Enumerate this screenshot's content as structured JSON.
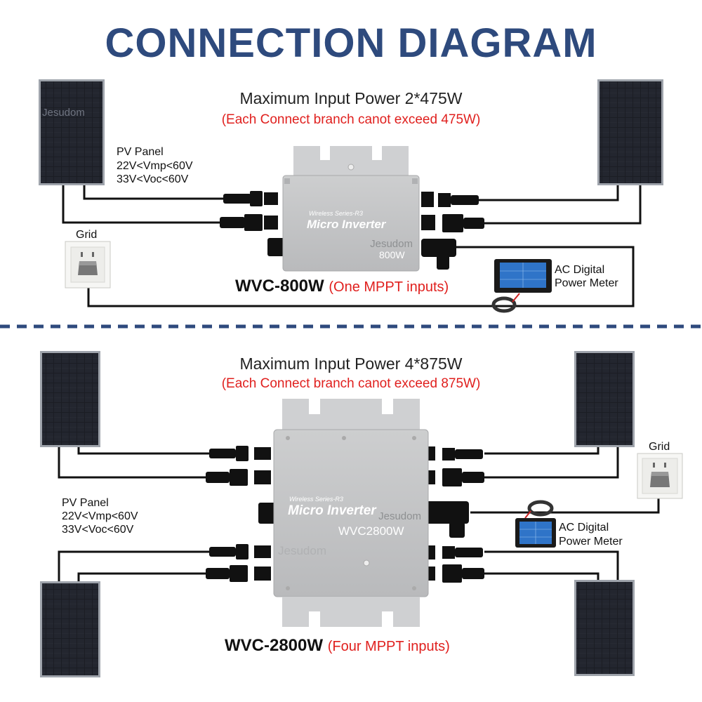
{
  "title": "CONNECTION DIAGRAM",
  "top": {
    "max_power": "Maximum Input Power 2*475W",
    "branch_note": "(Each Connect branch canot exceed 475W)",
    "pv_panel": {
      "label": "PV Panel",
      "vmp": "22V<Vmp<60V",
      "voc": "33V<Voc<60V"
    },
    "grid": "Grid",
    "inverter": {
      "series": "Wireless Series-R3",
      "name": "Micro Inverter",
      "rating": "800W",
      "watermark": "Jesudom"
    },
    "meter": {
      "line1": "AC Digital",
      "line2": "Power Meter"
    },
    "model": "WVC-800W",
    "model_note": "(One MPPT inputs)",
    "panel_watermark": "Jesudom"
  },
  "bottom": {
    "max_power": "Maximum Input Power 4*875W",
    "branch_note": "(Each Connect branch canot exceed 875W)",
    "pv_panel": {
      "label": "PV Panel",
      "vmp": "22V<Vmp<60V",
      "voc": "33V<Voc<60V"
    },
    "grid": "Grid",
    "inverter": {
      "series": "Wireless Series-R3",
      "name": "Micro Inverter",
      "rating": "WVC2800W",
      "watermark1": "Jesudom",
      "watermark2": "Jesudom"
    },
    "meter": {
      "line1": "AC Digital",
      "line2": "Power Meter"
    },
    "model": "WVC-2800W",
    "model_note": "(Four MPPT inputs)"
  },
  "colors": {
    "title": "#2e4a7d",
    "note_red": "#e0201e",
    "divider": "#2e4a7d",
    "panel": "#1b1d24",
    "inverter": "#c4c5c7"
  }
}
